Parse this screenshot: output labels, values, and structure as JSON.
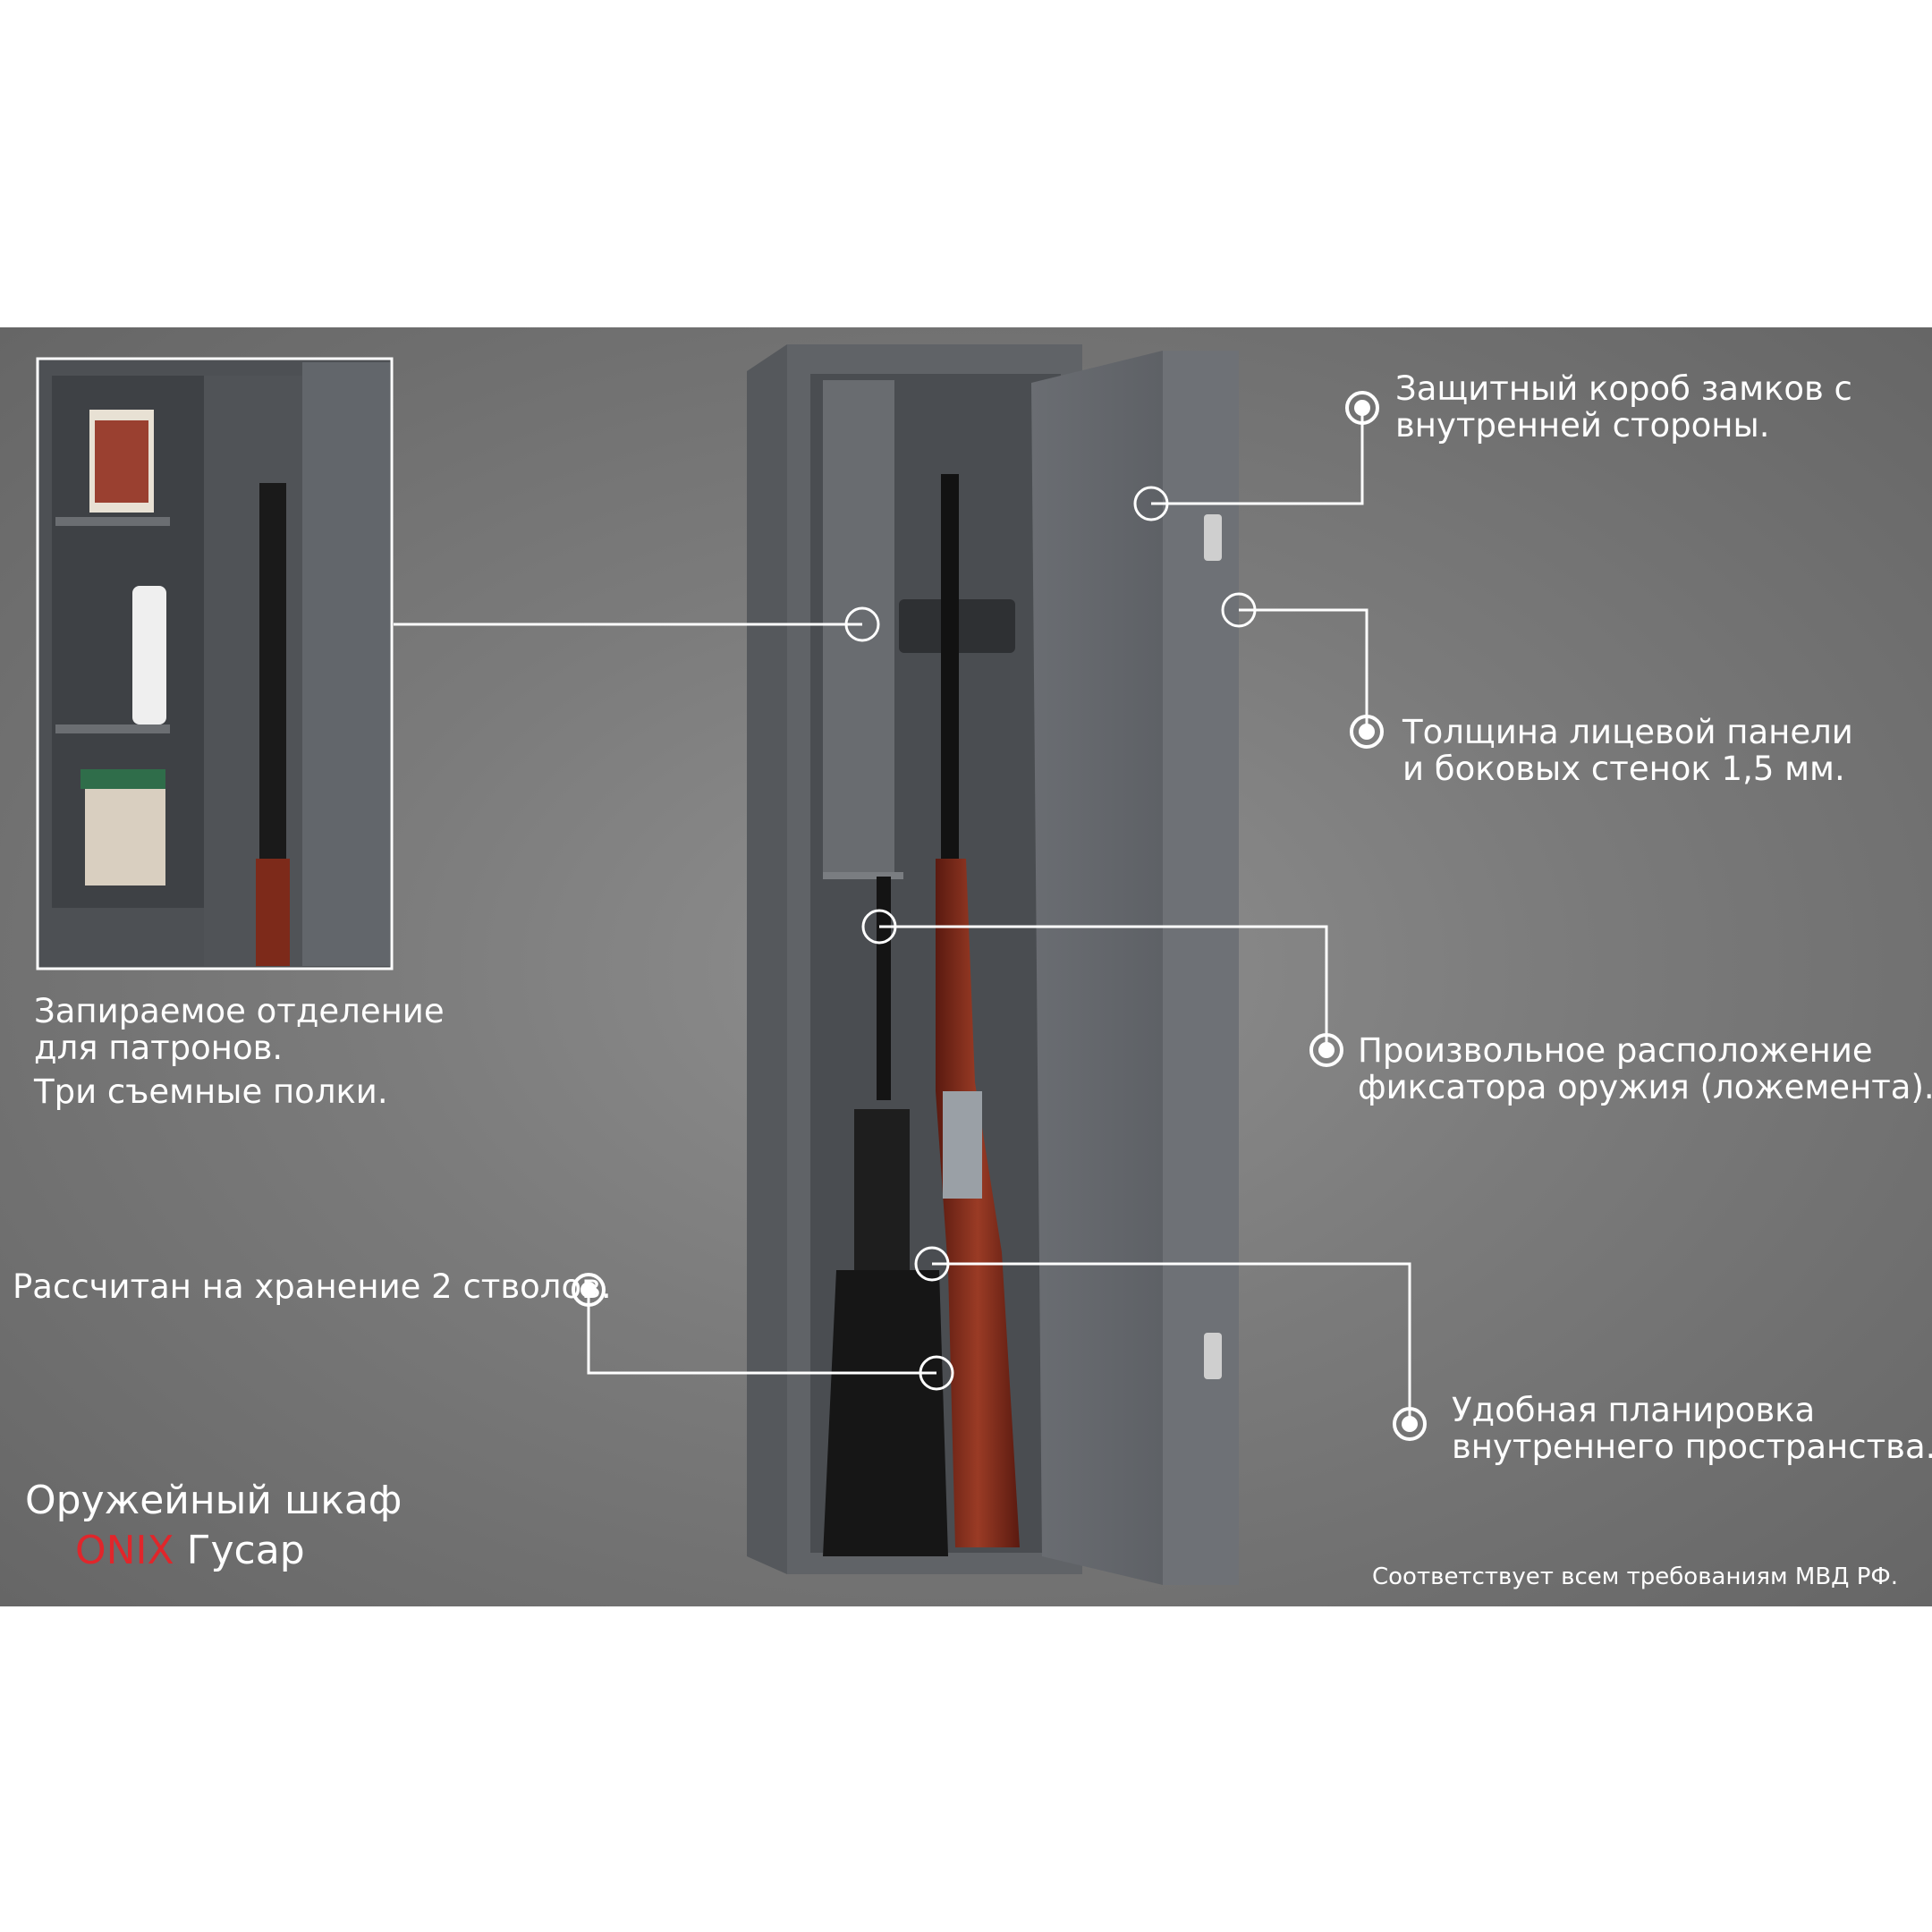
{
  "callouts": {
    "lock_box": {
      "line1": "Защитный короб  замков с",
      "line2": "внутренней стороны."
    },
    "thickness": {
      "line1": "Толщина лицевой панели",
      "line2": "и боковых стенок 1,5 мм."
    },
    "ammo": {
      "line1": "Запираемое отделение",
      "line2": "для патронов.",
      "line3": "Три съемные полки."
    },
    "mount": {
      "line1": "Произвольное расположение",
      "line2": "фиксатора оружия (ложемента)."
    },
    "capacity": {
      "line1": "Рассчитан на хранение 2 стволов."
    },
    "layout": {
      "line1": "Удобная планировка",
      "line2": "внутреннего пространства."
    }
  },
  "product": {
    "line1": "Оружейный шкаф",
    "brand": "ONIX",
    "model": "Гусар"
  },
  "footer": "Соответствует всем требованиям МВД РФ.",
  "colors": {
    "background": "#7a7a7a",
    "brand": "#e0262b",
    "text": "#ffffff",
    "cabinet": "#5c5f63"
  }
}
